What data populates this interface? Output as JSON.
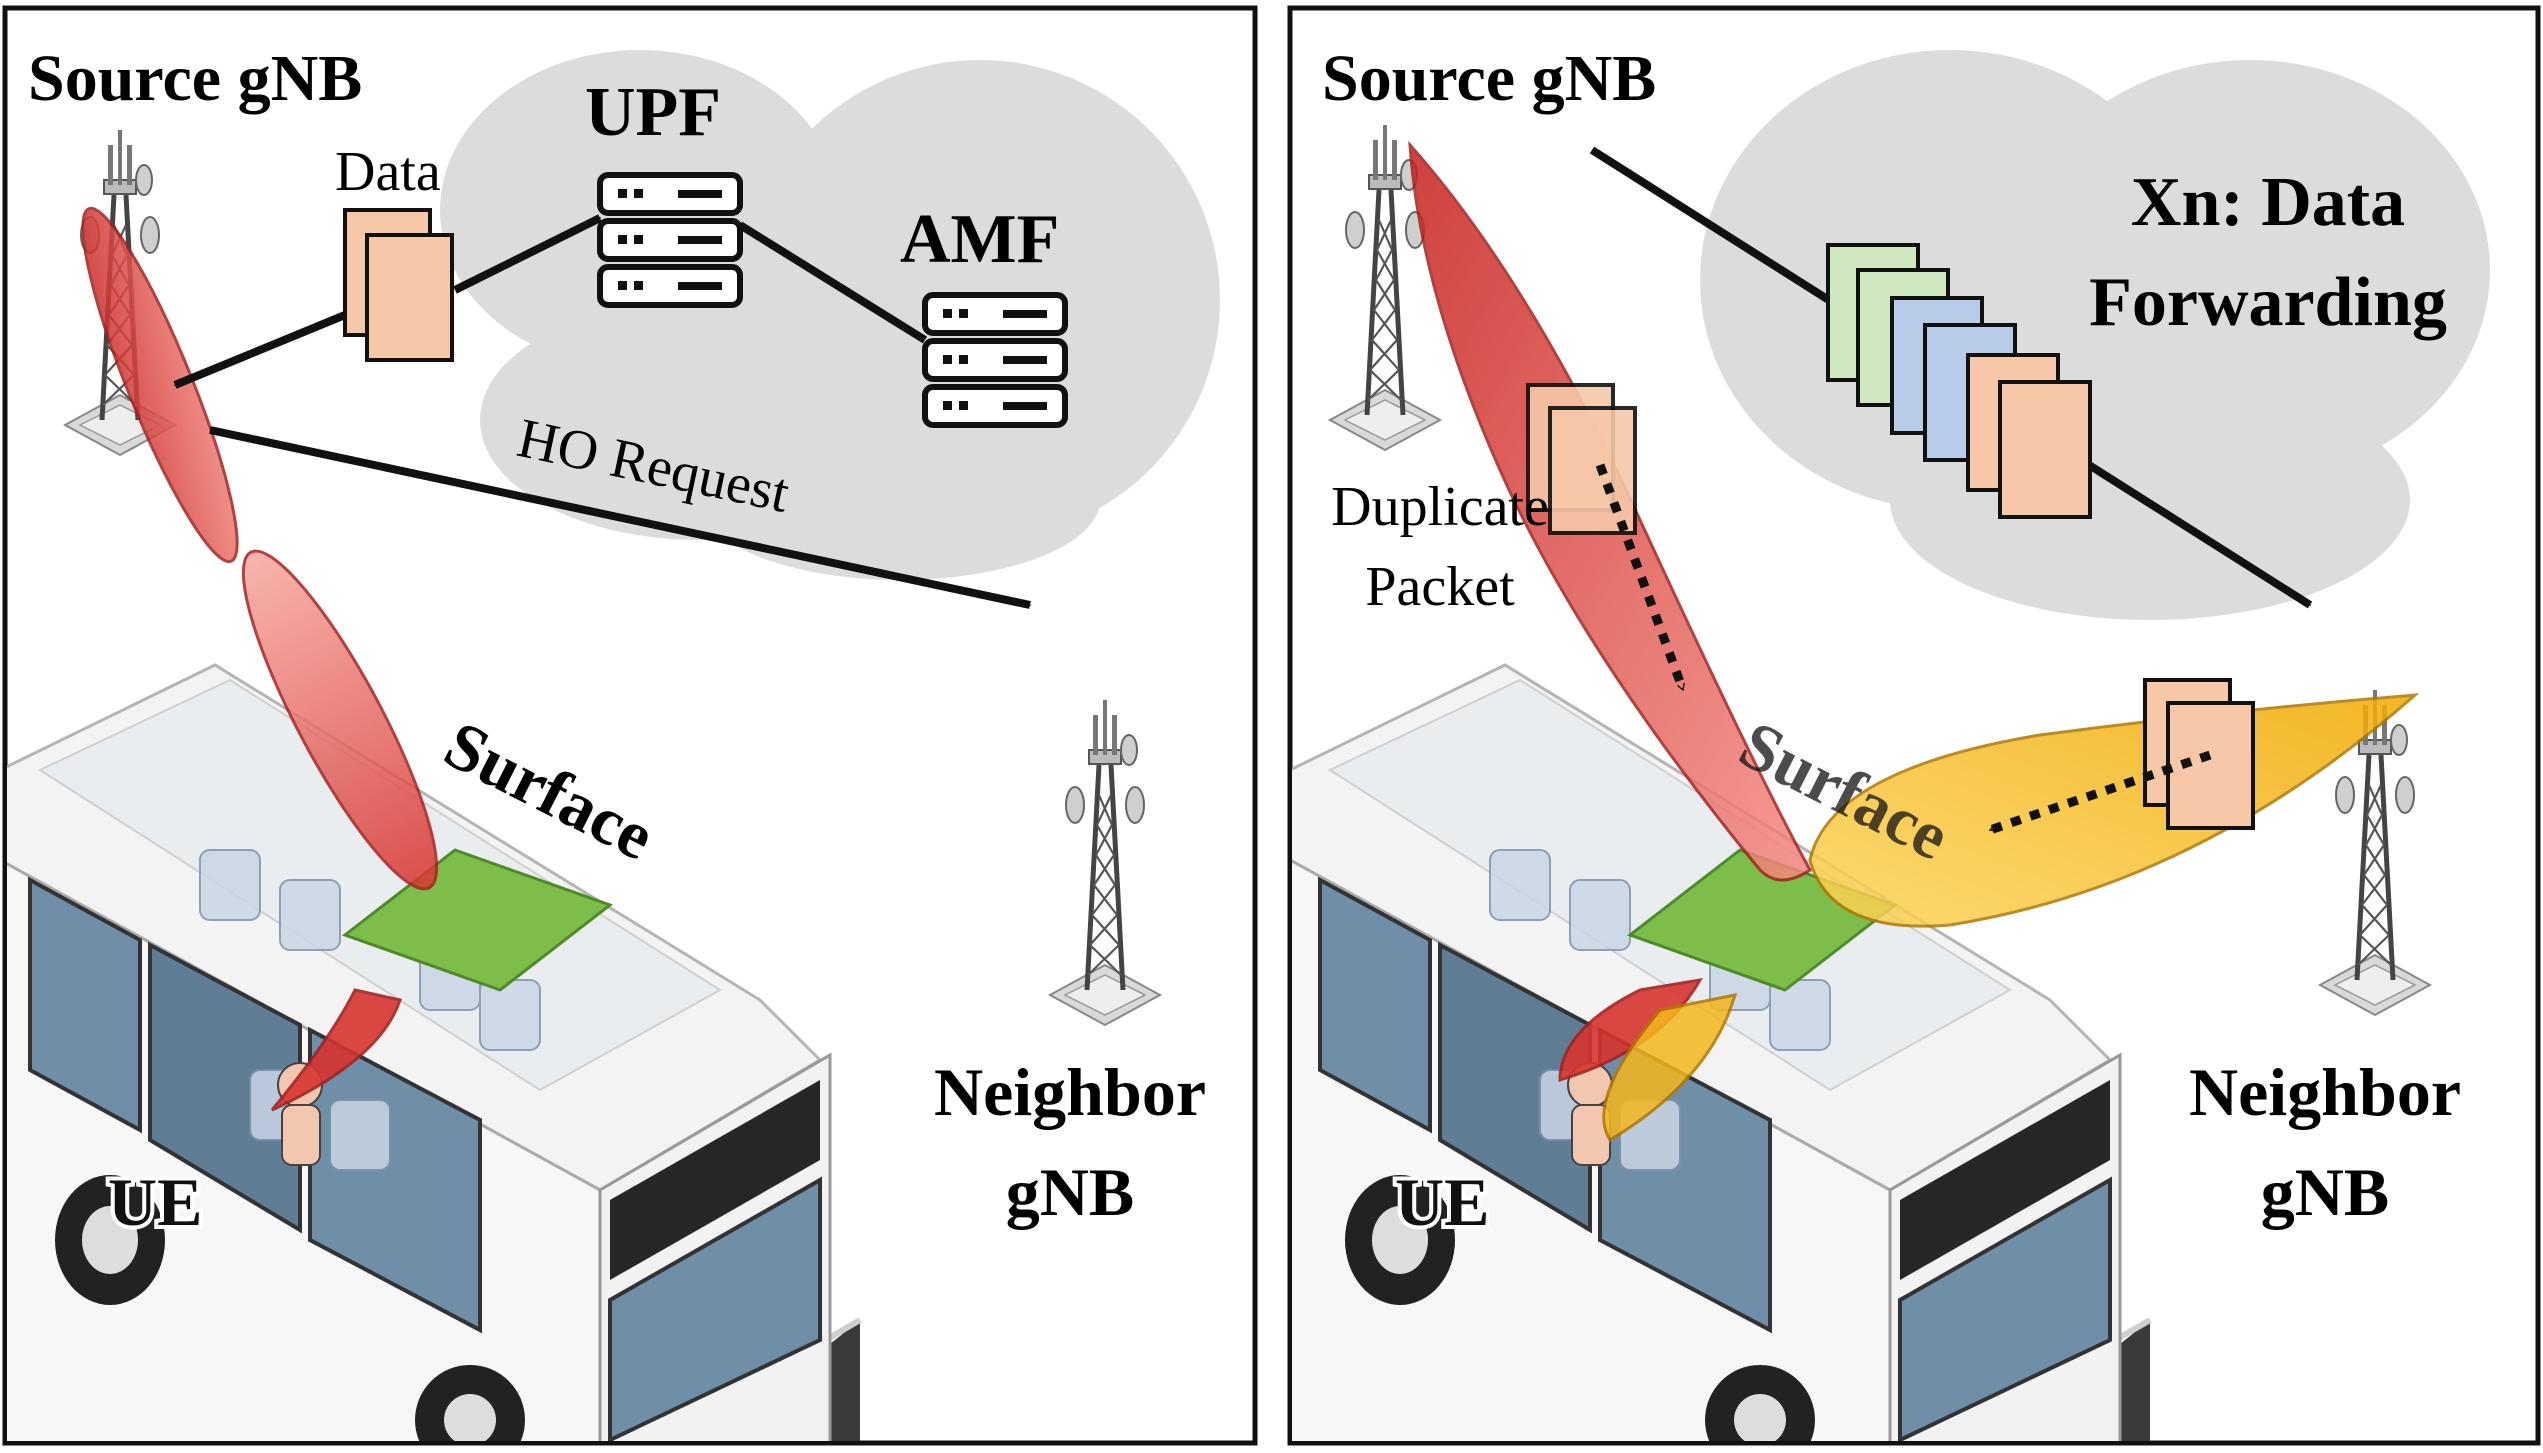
{
  "left_panel": {
    "source_label": "Source gNB",
    "upf_label": "UPF",
    "amf_label": "AMF",
    "data_label": "Data",
    "ho_request_label": "HO Request",
    "surface_label": "Surface",
    "ue_label": "UE",
    "neighbor_label_line1": "Neighbor",
    "neighbor_label_line2": "gNB"
  },
  "right_panel": {
    "source_label": "Source gNB",
    "xn_label_line1": "Xn: Data",
    "xn_label_line2": "Forwarding",
    "duplicate_label_line1": "Duplicate",
    "duplicate_label_line2": "Packet",
    "surface_label": "Surface",
    "ue_label": "UE",
    "neighbor_label_line1": "Neighbor",
    "neighbor_label_line2": "gNB"
  },
  "colors": {
    "source_beam": "#d8342f",
    "neighbor_beam": "#f4b81c",
    "surface": "#7dbd4a",
    "packet": "#f6c8a8",
    "cloud": "#dcdcdc",
    "packet_green": "#cfe8c0",
    "packet_blue": "#b8cbe8"
  }
}
